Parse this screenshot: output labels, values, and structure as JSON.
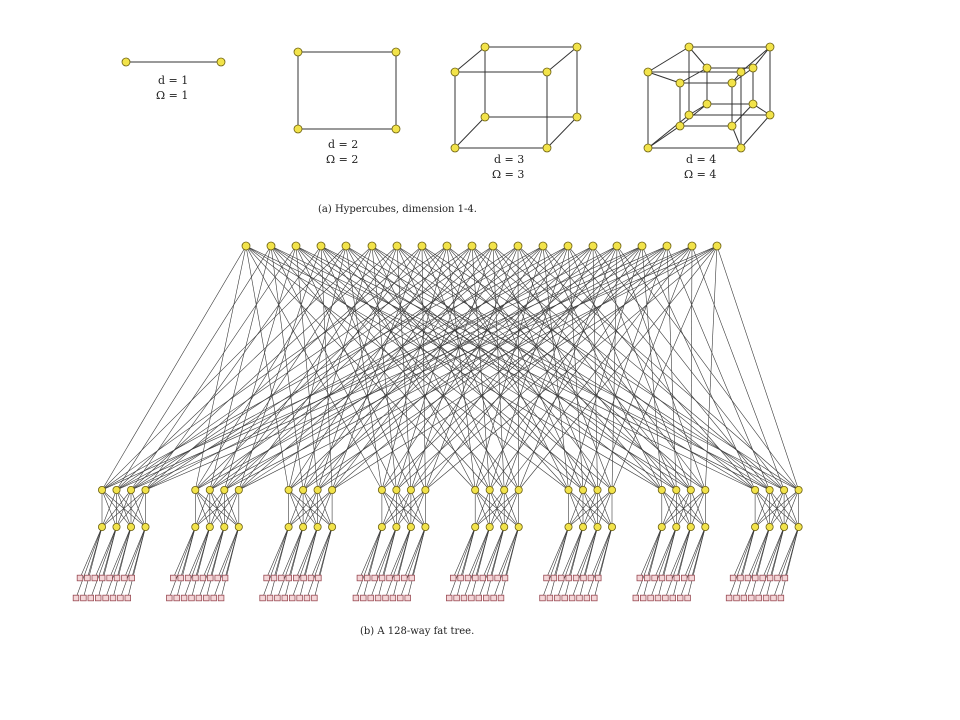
{
  "hypercubes": [
    {
      "d_label": "d = 1",
      "omega_label": "Ω = 1"
    },
    {
      "d_label": "d = 2",
      "omega_label": "Ω = 2"
    },
    {
      "d_label": "d = 3",
      "omega_label": "Ω = 3"
    },
    {
      "d_label": "d = 4",
      "omega_label": "Ω = 4"
    }
  ],
  "captions": {
    "hypercubes": "(a) Hypercubes, dimension 1-4.",
    "fat_tree": "(b) A 128-way fat tree."
  },
  "fat_tree": {
    "top_groups": 4,
    "nodes_per_top_group": 5,
    "pods": 8,
    "switches_per_level": 4,
    "leaves_per_pod": 16
  },
  "colors": {
    "node_fill": "#f2e34a",
    "leaf_fill": "#f4d6d8",
    "edge": "#333333"
  }
}
